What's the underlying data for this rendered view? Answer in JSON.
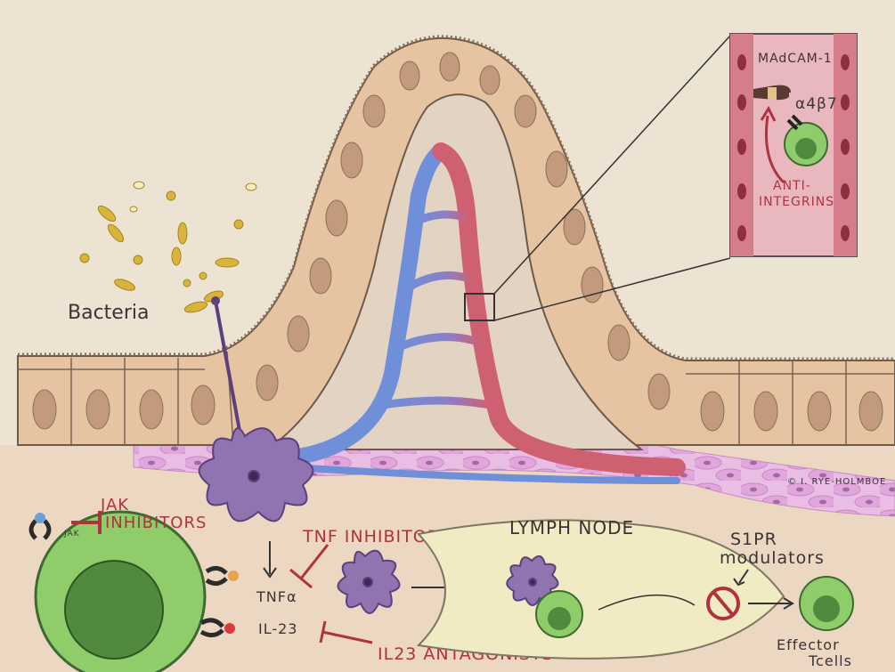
{
  "labels": {
    "bacteria": "Bacteria",
    "madcam": "MAdCAM-1",
    "a4b7": "α4β7",
    "anti_integrins_1": "ANTI-",
    "anti_integrins_2": "INTEGRINS",
    "jak_small": "JAK",
    "jak_1": "JAK",
    "jak_2": "INHIBITORS",
    "tnf_inhibitors": "TNF INHIBITORS",
    "tnfa": "TNFα",
    "il23": "IL-23",
    "il23_antagonists": "IL23 ANTAGONISTS",
    "lymph_node": "LYMPH NODE",
    "s1pr_1": "S1PR",
    "s1pr_2": "modulators",
    "effector_1": "Effector",
    "effector_2": "Tcells",
    "copyright": "© I. RYE-HOLMBOE"
  },
  "colors": {
    "background": "#ede3d2",
    "epithelium": "#e6c4a1",
    "nucleus": "#c39a7c",
    "artery": "#cf6072",
    "vein": "#6f8fd8",
    "tcell": "#8fcc6a",
    "dendritic": "#8f74b0",
    "inhibitor_red": "#b0323f",
    "bacteria": "#d9b43a",
    "stroma": "#dba8d6"
  }
}
